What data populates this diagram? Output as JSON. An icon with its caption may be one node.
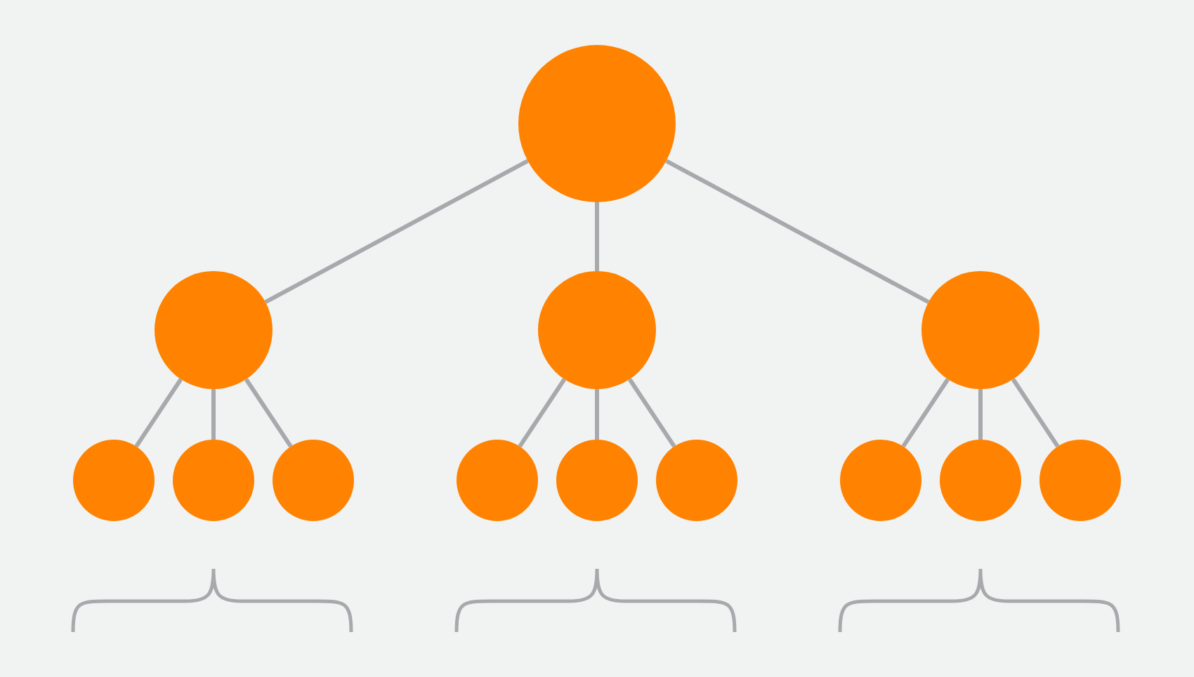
{
  "diagram": {
    "nodes": [
      {
        "text": [],
        "shape": "circle"
      },
      {
        "text": [],
        "shape": "circle"
      },
      {
        "text": [],
        "shape": "circle"
      },
      {
        "text": [],
        "shape": "circle"
      },
      {
        "text": [],
        "shape": "circle"
      },
      {
        "text": [],
        "shape": "circle"
      },
      {
        "text": [],
        "shape": "circle"
      },
      {
        "text": [],
        "shape": "circle"
      },
      {
        "text": [],
        "shape": "circle"
      },
      {
        "text": [],
        "shape": "circle"
      },
      {
        "text": [],
        "shape": "circle"
      },
      {
        "text": [],
        "shape": "circle"
      },
      {
        "text": [],
        "shape": "circle"
      }
    ],
    "edges": [
      {
        "from": 0,
        "to": 1,
        "arrow": "none"
      },
      {
        "from": 0,
        "to": 2,
        "arrow": "none"
      },
      {
        "from": 0,
        "to": 3,
        "arrow": "none"
      },
      {
        "from": 1,
        "to": 4,
        "arrow": "none"
      },
      {
        "from": 1,
        "to": 5,
        "arrow": "none"
      },
      {
        "from": 1,
        "to": 6,
        "arrow": "none"
      },
      {
        "from": 2,
        "to": 7,
        "arrow": "none"
      },
      {
        "from": 2,
        "to": 8,
        "arrow": "none"
      },
      {
        "from": 2,
        "to": 9,
        "arrow": "none"
      },
      {
        "from": 3,
        "to": 10,
        "arrow": "none"
      },
      {
        "from": 3,
        "to": 11,
        "arrow": "none"
      },
      {
        "from": 3,
        "to": 12,
        "arrow": "none"
      }
    ]
  }
}
